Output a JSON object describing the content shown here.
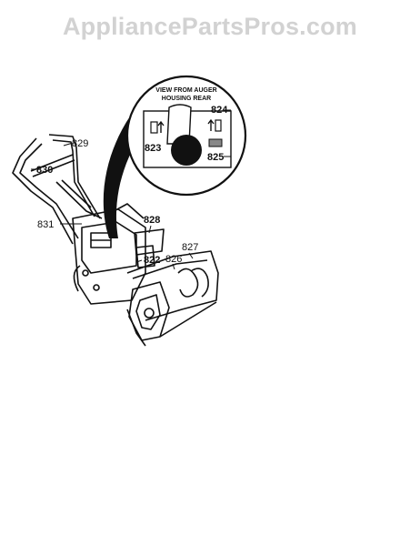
{
  "watermark": "AppliancePartsPros.com",
  "inset": {
    "caption_line1": "VIEW FROM AUGER",
    "caption_line2": "HOUSING REAR"
  },
  "parts": {
    "p822": "822",
    "p823": "823",
    "p824": "824",
    "p825": "825",
    "p826": "826",
    "p827": "827",
    "p828": "828",
    "p829": "829",
    "p830": "830",
    "p831": "831"
  }
}
